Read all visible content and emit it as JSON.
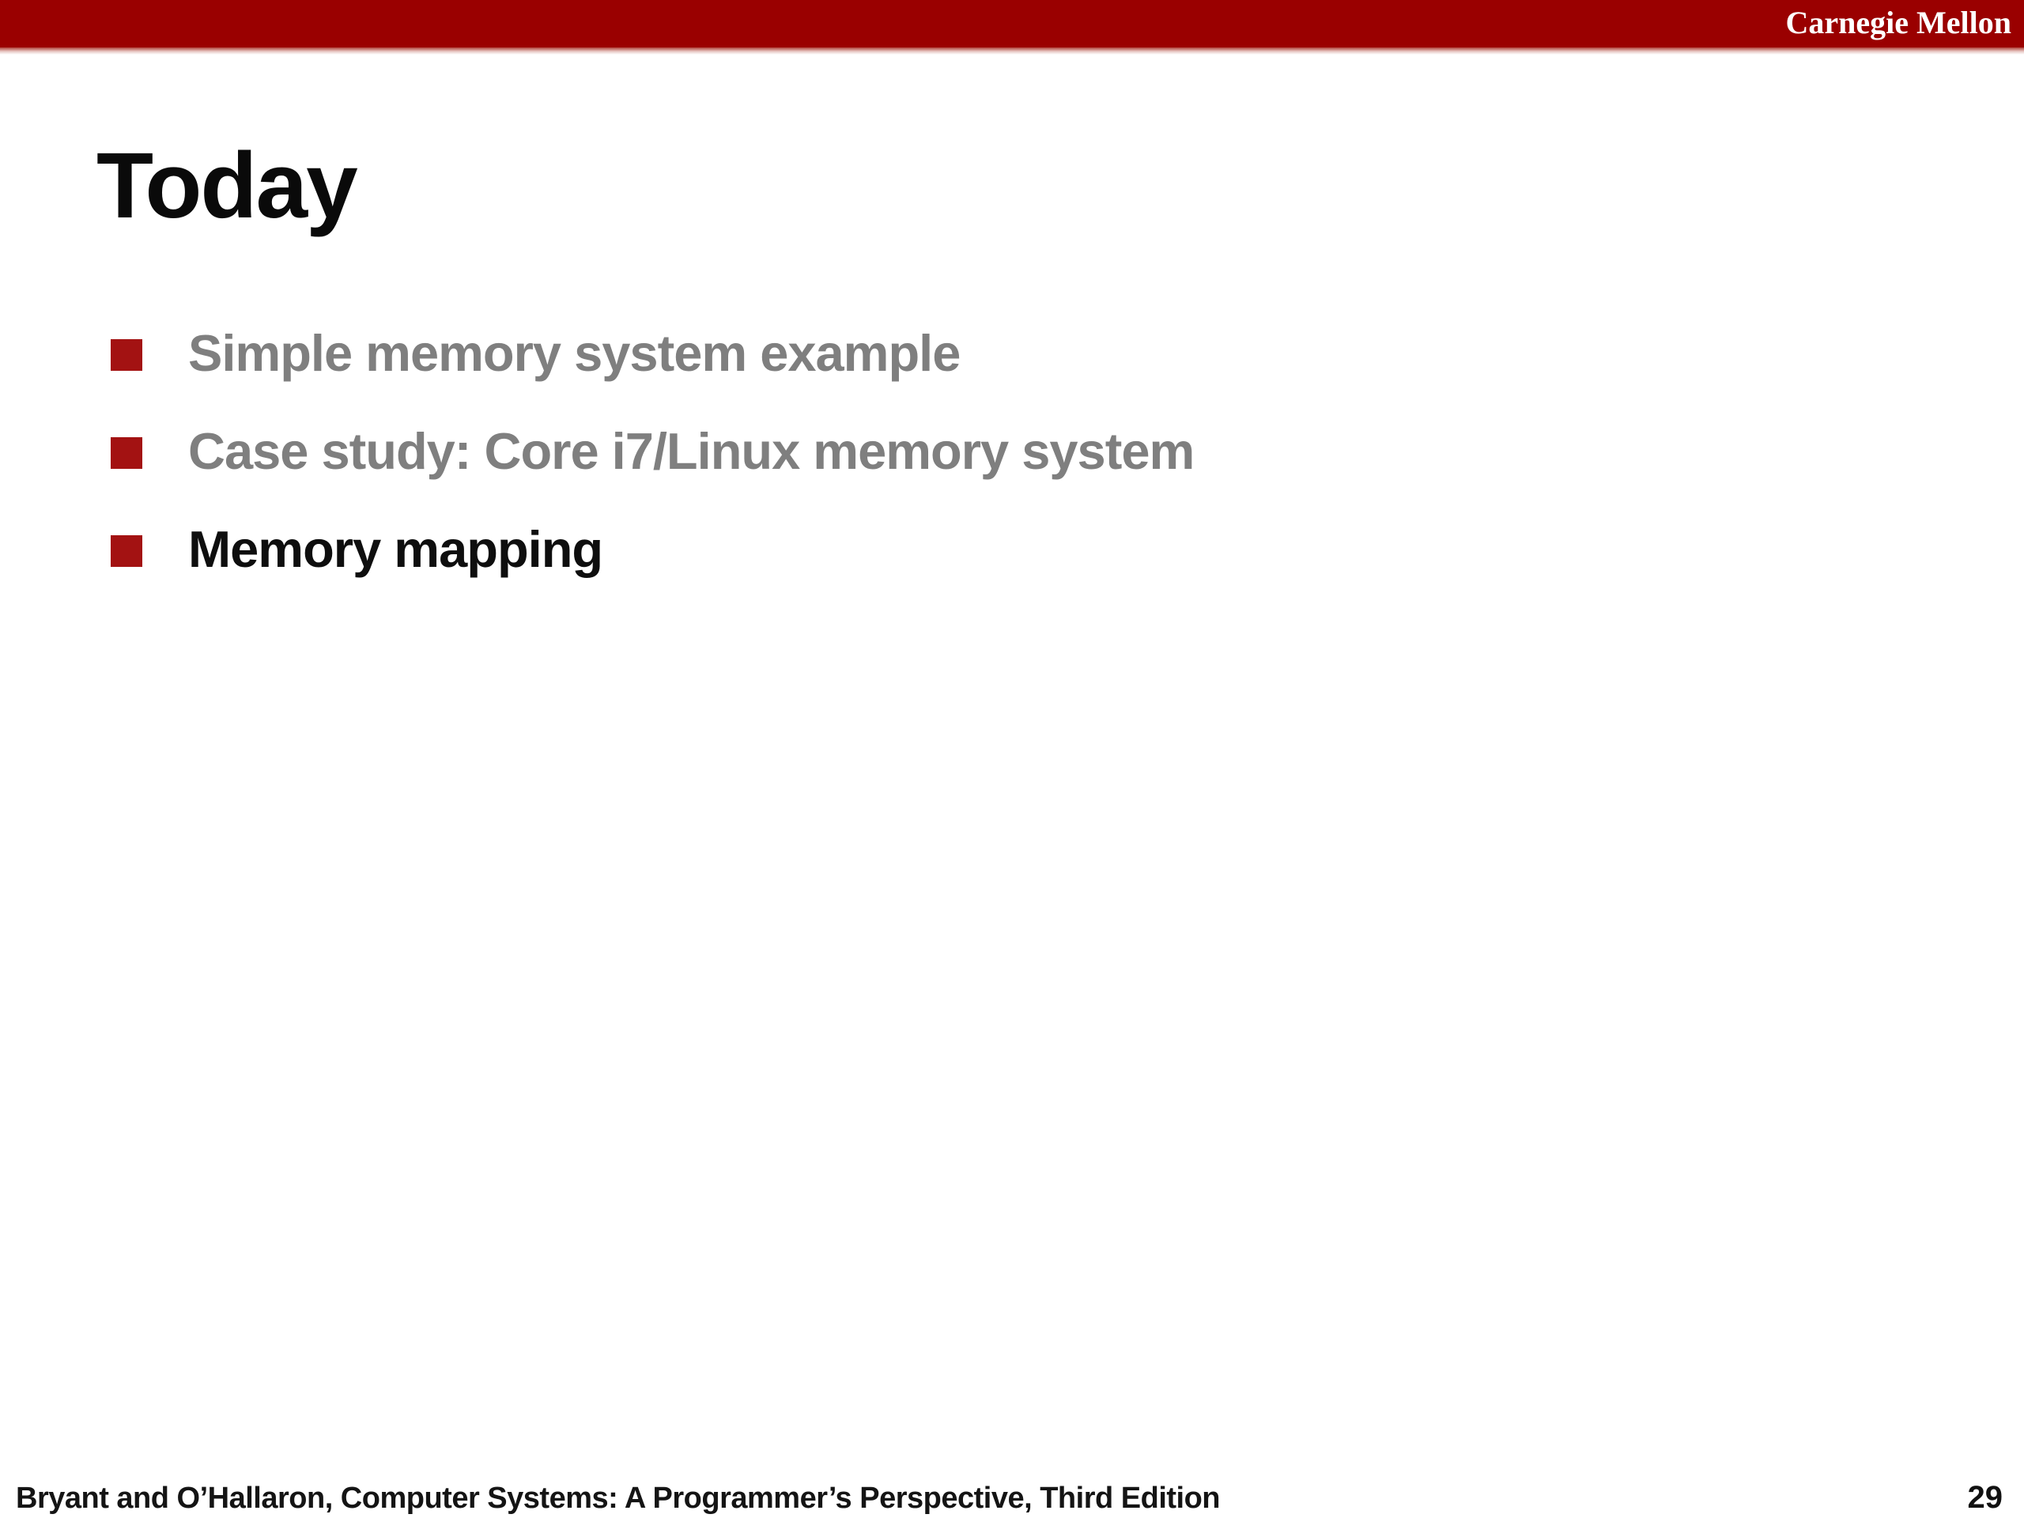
{
  "header": {
    "brand": "Carnegie Mellon",
    "bar_color": "#9a0000"
  },
  "slide": {
    "title": "Today",
    "bullet_color": "#a31212",
    "muted_text_color": "#7f7f7f",
    "strong_text_color": "#0e0e0e",
    "bullets": [
      {
        "label": "Simple memory system example",
        "emphasis": "muted"
      },
      {
        "label": "Case study: Core i7/Linux memory system",
        "emphasis": "muted"
      },
      {
        "label": "Memory mapping",
        "emphasis": "strong"
      }
    ]
  },
  "footer": {
    "attribution": "Bryant and O’Hallaron, Computer Systems: A Programmer’s Perspective, Third Edition",
    "page_number": "29"
  }
}
